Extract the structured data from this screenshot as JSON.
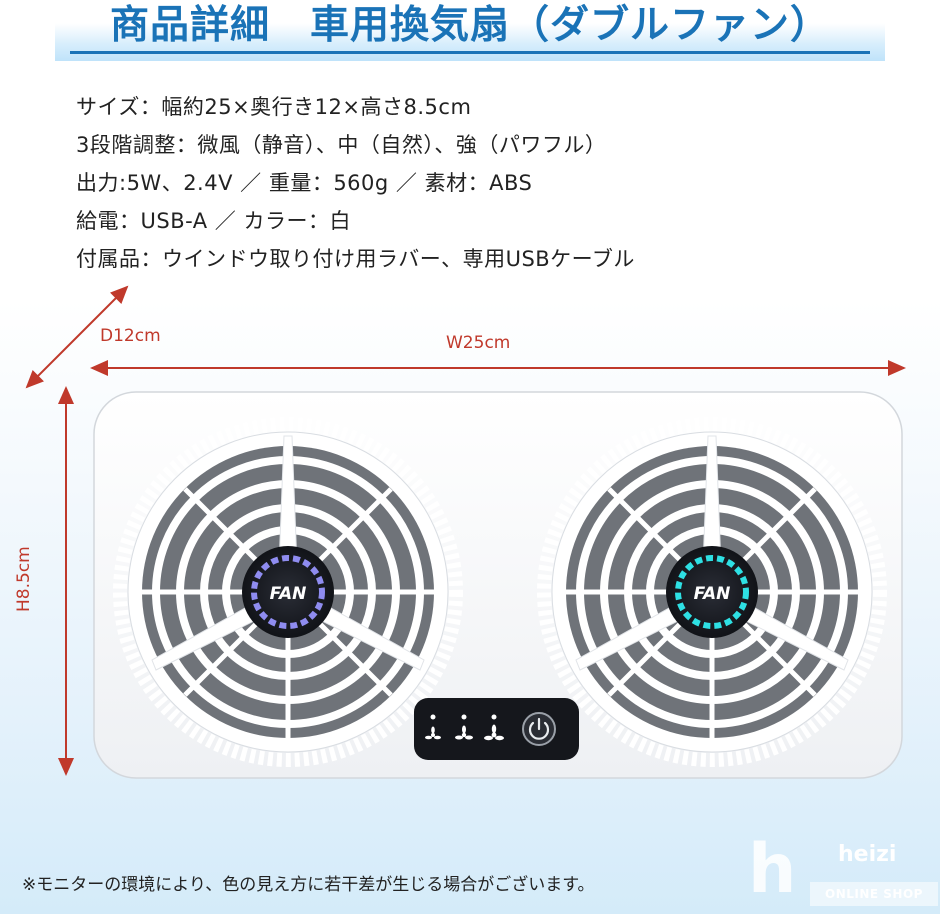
{
  "title": "商品詳細　車用換気扇（ダブルファン）",
  "specs": [
    "サイズ：幅約25×奥行き12×高さ8.5cm",
    "3段階調整：微風（静音）、中（自然）、強（パワフル）",
    "出力:5W、2.4V ／ 重量：560g ／ 素材：ABS",
    "給電：USB-A ／ カラー：白",
    "付属品：ウインドウ取り付け用ラバー、専用USBケーブル"
  ],
  "dimensions": {
    "depth": "D12cm",
    "width": "W25cm",
    "height": "H8.5cm"
  },
  "product": {
    "fan_left_label": "FAN",
    "fan_right_label": "FAN",
    "left_ring_color": "#8f8cf0",
    "right_ring_color": "#2ee0e4"
  },
  "note": "※モニターの環境により、色の見え方に若干差が生じる場合がございます。",
  "logo": {
    "letter": "h",
    "name": "heizi",
    "sub": "ONLINE SHOP"
  },
  "colors": {
    "title": "#1a73b7",
    "dimension": "#c0392b",
    "body_text": "#222222"
  }
}
